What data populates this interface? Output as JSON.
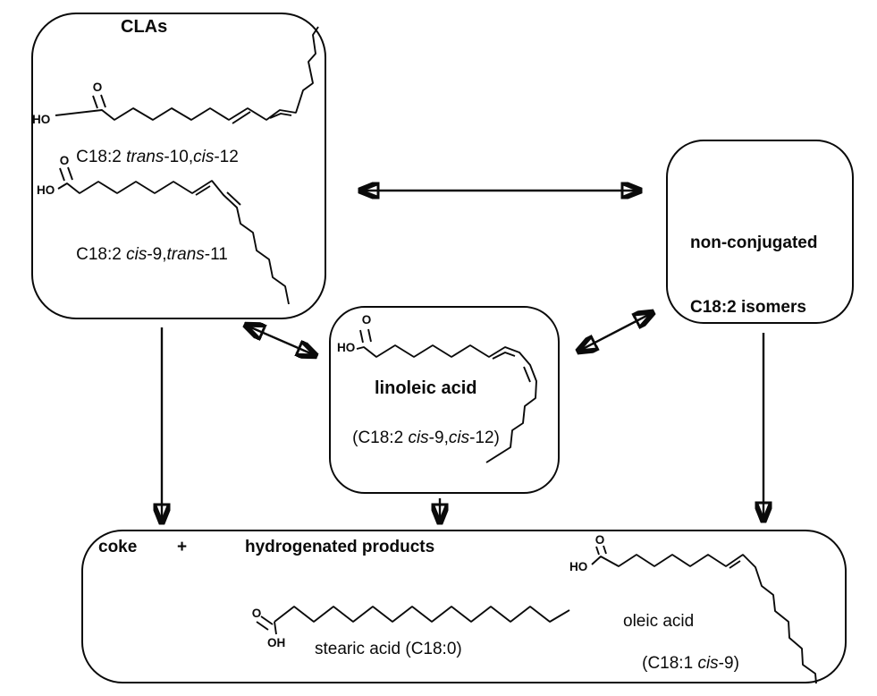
{
  "diagram": {
    "colors": {
      "ink": "#0a0a0a",
      "background": "#ffffff"
    },
    "atoms": {
      "carbonyl_o": "O",
      "hydroxyl_ho": "HO",
      "hydroxyl_oh": "OH"
    },
    "cla_box": {
      "title": "CLAs",
      "structures": [
        {
          "name": "C18:2 trans-10,cis-12",
          "label_parts": [
            "C18:2 ",
            "trans",
            "-10,",
            "cis",
            "-12"
          ]
        },
        {
          "name": "C18:2 cis-9,trans-11",
          "label_parts": [
            "C18:2 ",
            "cis",
            "-9,",
            "trans",
            "-11"
          ]
        }
      ]
    },
    "nonconjugated_box": {
      "label_line1": "non-conjugated",
      "label_line2": "C18:2 isomers"
    },
    "linoleic_box": {
      "title": "linoleic acid",
      "subtitle_parts": [
        "(C18:2 ",
        "cis",
        "-9,",
        "cis",
        "-12)"
      ]
    },
    "products_box": {
      "coke_label": "coke",
      "plus_sign": "+",
      "hydrogenated_label": "hydrogenated products",
      "stearic_label": "stearic acid (C18:0)",
      "oleic_label": "oleic acid",
      "oleic_sublabel_parts": [
        "(C18:1 ",
        "cis",
        "-9)"
      ]
    },
    "relations": [
      {
        "name": "clas-nonconjugated",
        "type": "double-arrow"
      },
      {
        "name": "clas-linoleic",
        "type": "double-arrow"
      },
      {
        "name": "linoleic-nonconjugated",
        "type": "double-arrow"
      },
      {
        "name": "clas-products",
        "type": "arrow"
      },
      {
        "name": "linoleic-products",
        "type": "arrow"
      },
      {
        "name": "nonconjugated-products",
        "type": "arrow"
      }
    ]
  }
}
